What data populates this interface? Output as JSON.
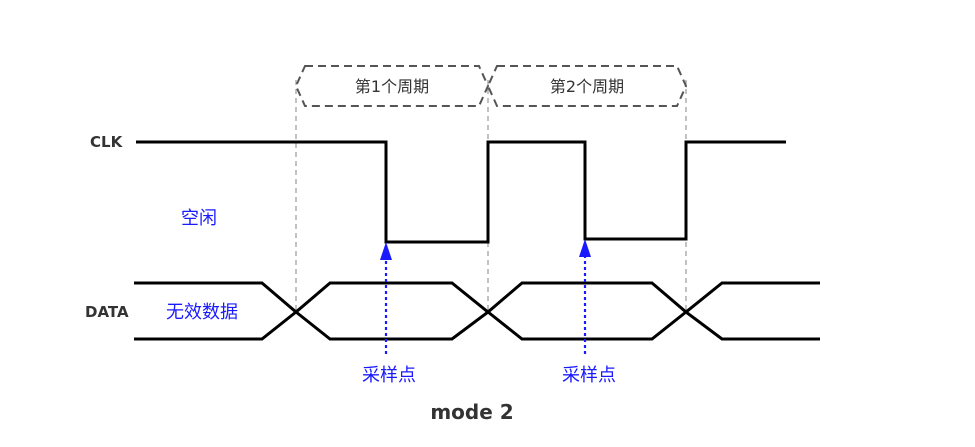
{
  "signals": {
    "clk": "CLK",
    "data": "DATA"
  },
  "periods": [
    {
      "label": "第1个周期"
    },
    {
      "label": "第2个周期"
    }
  ],
  "annotations": {
    "idle": "空闲",
    "invalid_data": "无效数据"
  },
  "sample_points": [
    {
      "label": "采样点"
    },
    {
      "label": "采样点"
    }
  ],
  "caption": "mode 2",
  "colors": {
    "wave": "#000000",
    "guide": "#999999",
    "annotation": "#1a1aff",
    "text": "#333333"
  }
}
